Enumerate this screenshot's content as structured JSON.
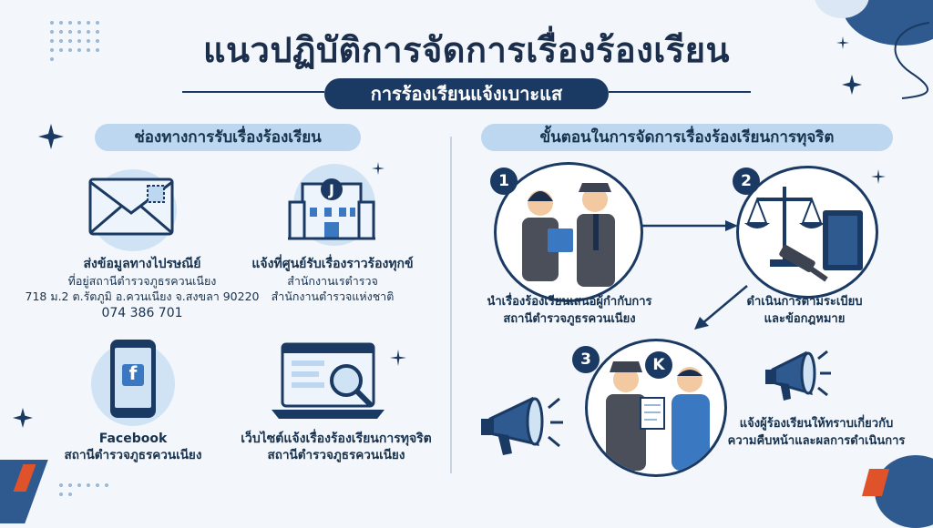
{
  "header": {
    "title": "แนวปฏิบัติการจัดการเรื่องร้องเรียน",
    "subtitle": "การร้องเรียนแจ้งเบาะแส"
  },
  "channels": {
    "heading": "ช่องทางการรับเรื่องร้องเรียน",
    "mail": {
      "title": "ส่งข้อมูลทางไปรษณีย์",
      "line1": "ที่อยู่สถานีตำรวจภูธรควนเนียง",
      "line2": "718 ม.2 ต.รัตภูมิ อ.ควนเนียง จ.สงขลา 90220",
      "line3": "074 386 701"
    },
    "center": {
      "title": "แจ้งที่ศูนย์รับเรื่องราวร้องทุกข์",
      "line1": "สำนักงานเรตำรวจ",
      "line2": "สำนักงานตำรวจแห่งชาติ",
      "badge": "J"
    },
    "facebook": {
      "title": "Facebook",
      "line1": "สถานีตำรวจภูธรควนเนียง",
      "glyph": "f"
    },
    "website": {
      "title": "เว็บไซต์แจ้งเรื่องร้องเรียนการทุจริต",
      "line1": "สถานีตำรวจภูธรควนเนียง"
    }
  },
  "process": {
    "heading": "ขั้นตอนในการจัดการเรื่องร้องเรียนการทุจริต",
    "steps": [
      {
        "num": "1",
        "line1": "นำเรื่องร้องเรียนเสนอผู้กำกับการ",
        "line2": "สถานีตำรวจภูธรควนเนียง"
      },
      {
        "num": "2",
        "line1": "ดำเนินการตามระเบียบ",
        "line2": "และข้อกฎหมาย"
      },
      {
        "num": "3",
        "line1": "แจ้งผู้ร้องเรียนให้ทราบเกี่ยวกับ",
        "line2": "ความคืบหน้าและผลการดำเนินการ",
        "badge": "K"
      }
    ]
  },
  "colors": {
    "navy": "#1b3a63",
    "light_blue": "#bcd7ef",
    "accent_blue": "#3b78c2",
    "orange": "#e0532a"
  }
}
